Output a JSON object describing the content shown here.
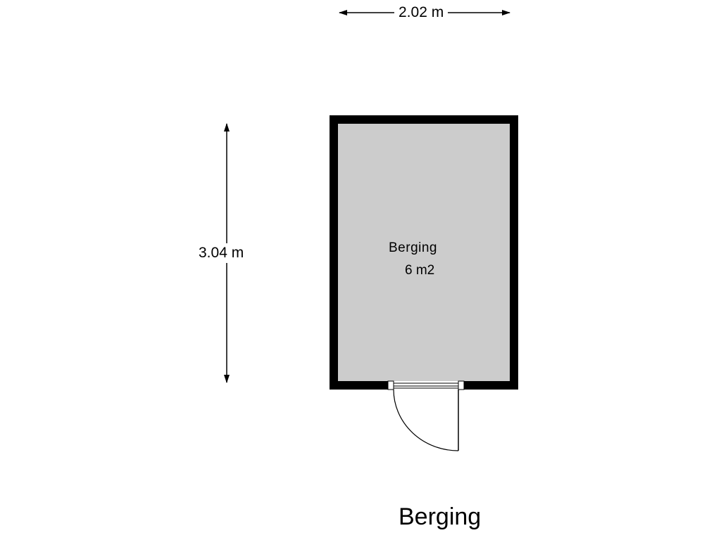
{
  "dimensions": {
    "width": "2.02 m",
    "height": "3.04 m"
  },
  "room": {
    "name": "Berging",
    "area": "6 m2"
  },
  "title": "Berging",
  "colors": {
    "wall": "#000000",
    "floor": "#cccccc",
    "background": "#ffffff"
  }
}
